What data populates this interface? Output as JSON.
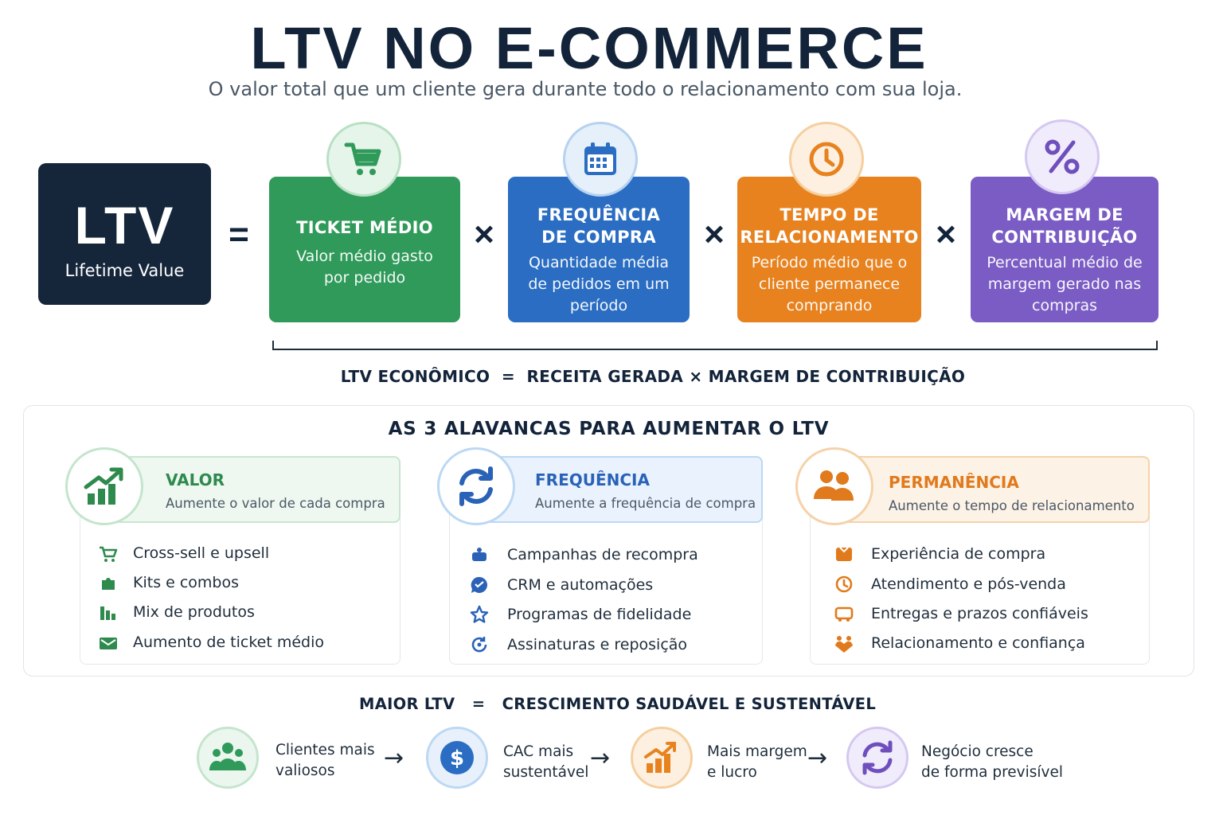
{
  "title": "LTV NO E-COMMERCE",
  "subtitle": "O valor total que um cliente gera durante todo o relacionamento com sua loja.",
  "ltv": {
    "label": "LTV",
    "sublabel": "Lifetime Value"
  },
  "operators": {
    "equals": "=",
    "times": "×"
  },
  "factors": [
    {
      "title_lines": [
        "TICKET MÉDIO"
      ],
      "desc_lines": [
        "Valor médio gasto",
        "por pedido"
      ],
      "color": "#2f9a5a",
      "icon": "cart-icon"
    },
    {
      "title_lines": [
        "FREQUÊNCIA",
        "DE COMPRA"
      ],
      "desc_lines": [
        "Quantidade média",
        "de pedidos em um",
        "período"
      ],
      "color": "#2a6dc2",
      "icon": "calendar-icon"
    },
    {
      "title_lines": [
        "TEMPO DE",
        "RELACIONAMENTO"
      ],
      "desc_lines": [
        "Período médio que o",
        "cliente permanece",
        "comprando"
      ],
      "color": "#e7821f",
      "icon": "clock-icon"
    },
    {
      "title_lines": [
        "MARGEM DE",
        "CONTRIBUIÇÃO"
      ],
      "desc_lines": [
        "Percentual médio de",
        "margem gerado nas",
        "compras"
      ],
      "color": "#7a5cc4",
      "icon": "percent-icon"
    }
  ],
  "formula": {
    "left": "LTV ECONÔMICO",
    "eq": "=",
    "a": "RECEITA GERADA",
    "x": "×",
    "b": "MARGEM DE CONTRIBUIÇÃO"
  },
  "levers_title": "AS 3 ALAVANCAS PARA AUMENTAR O LTV",
  "levers": [
    {
      "title": "VALOR",
      "subtitle": "Aumente o valor de cada compra",
      "color": "#2f8a4e",
      "items": [
        "Cross-sell e upsell",
        "Kits e combos",
        "Mix de produtos",
        "Aumento de ticket médio"
      ]
    },
    {
      "title": "FREQUÊNCIA",
      "subtitle": "Aumente a frequência de compra",
      "color": "#2a62b8",
      "items": [
        "Campanhas de recompra",
        "CRM e automações",
        "Programas de fidelidade",
        "Assinaturas e reposição"
      ]
    },
    {
      "title": "PERMANÊNCIA",
      "subtitle": "Aumente o tempo de relacionamento",
      "color": "#e07a1c",
      "items": [
        "Experiência de compra",
        "Atendimento e pós-venda",
        "Entregas e prazos confiáveis",
        "Relacionamento e confiança"
      ]
    }
  ],
  "bottom": {
    "left": "MAIOR LTV",
    "eq": "=",
    "right": "CRESCIMENTO SAUDÁVEL E SUSTENTÁVEL",
    "arrow": "→",
    "steps": [
      {
        "lines": [
          "Clientes mais",
          "valiosos"
        ],
        "icon": "people-icon",
        "color": "#2f9a5a"
      },
      {
        "lines": [
          "CAC mais",
          "sustentável"
        ],
        "icon": "dollar-icon",
        "color": "#2a6dc2"
      },
      {
        "lines": [
          "Mais margem",
          "e lucro"
        ],
        "icon": "growth-chart-icon",
        "color": "#e7821f"
      },
      {
        "lines": [
          "Negócio cresce",
          "de forma previsível"
        ],
        "icon": "cycle-icon",
        "color": "#7a5cc4"
      }
    ]
  }
}
